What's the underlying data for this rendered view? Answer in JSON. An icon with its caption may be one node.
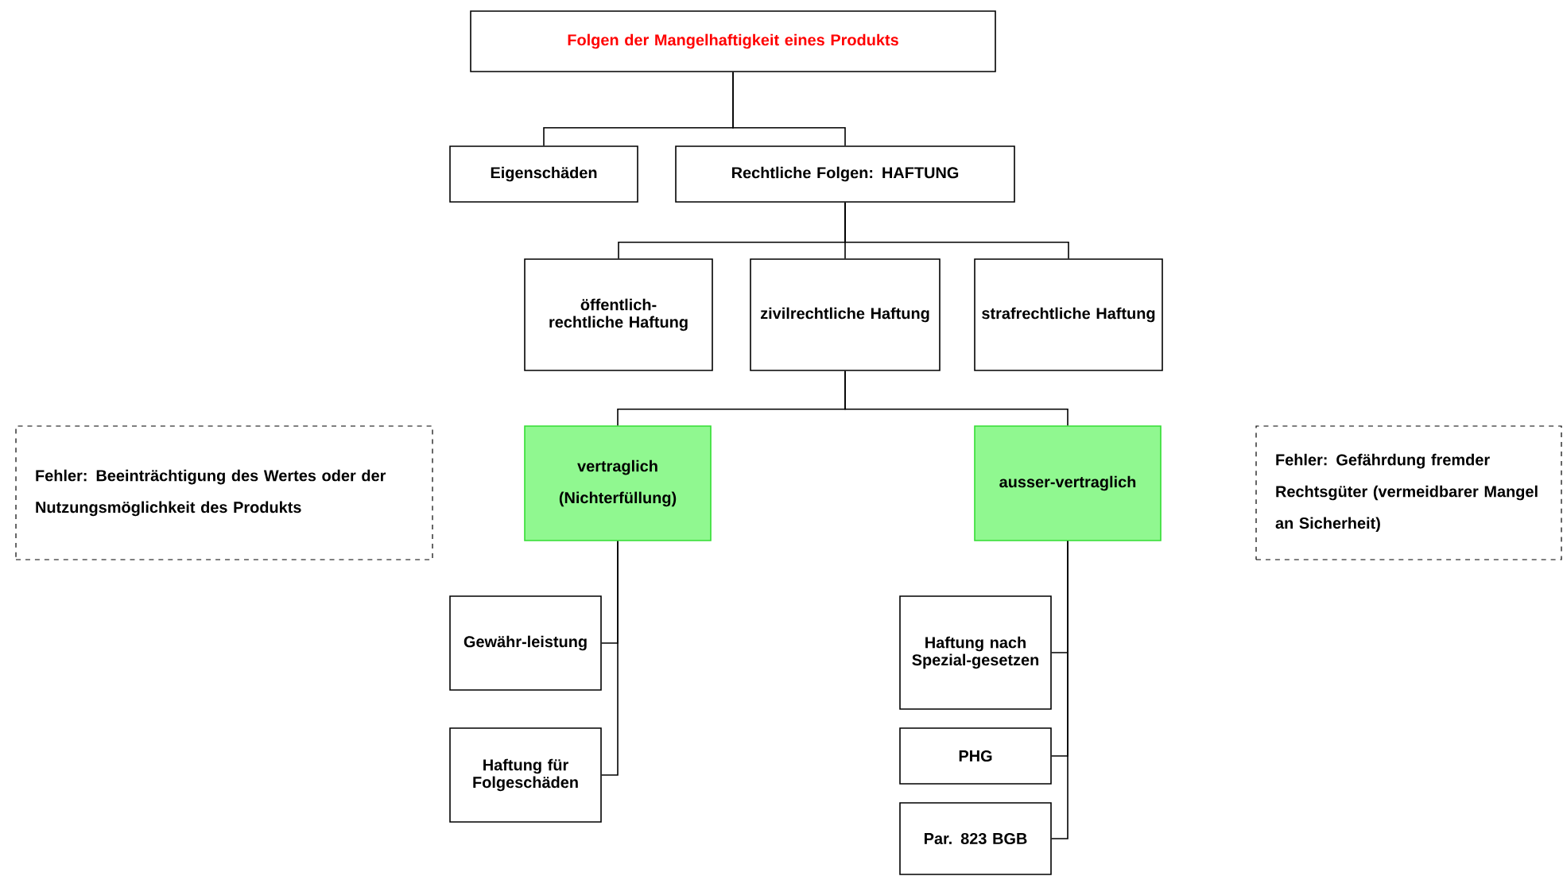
{
  "diagram": {
    "nodes": [
      {
        "text": [
          "Folgen der Mangelhaftigkeit eines Produkts"
        ]
      },
      {
        "text": [
          "Eigenschäden"
        ]
      },
      {
        "text": [
          "Rechtliche Folgen: HAFTUNG"
        ]
      },
      {
        "text": [
          "öffentlich-rechtliche Haftung"
        ]
      },
      {
        "text": [
          "zivilrechtliche Haftung"
        ]
      },
      {
        "text": [
          "strafrechtliche Haftung"
        ]
      },
      {
        "text": [
          "Fehler: Beeinträchtigung des Wertes oder der Nutzungsmöglichkeit des Produkts"
        ]
      },
      {
        "text": [
          "vertraglich (Nichterfüllung)"
        ]
      },
      {
        "text": [
          "ausser-vertraglich"
        ]
      },
      {
        "text": [
          "Fehler: Gefährdung fremder Rechtsgüter (vermeidbarer Mangel an Sicherheit)"
        ]
      },
      {
        "text": [
          "Gewähr-leistung"
        ]
      },
      {
        "text": [
          "Haftung für Folgeschäden"
        ]
      },
      {
        "text": [
          "Haftung nach Spezial-gesetzen"
        ]
      },
      {
        "text": [
          "PHG"
        ]
      },
      {
        "text": [
          "Par. 823 BGB"
        ]
      }
    ],
    "edges": [
      {
        "from": 0,
        "to": 1,
        "arrow": "none"
      },
      {
        "from": 0,
        "to": 2,
        "arrow": "none"
      },
      {
        "from": 2,
        "to": 3,
        "arrow": "none"
      },
      {
        "from": 2,
        "to": 4,
        "arrow": "none"
      },
      {
        "from": 2,
        "to": 5,
        "arrow": "none"
      },
      {
        "from": 4,
        "to": 7,
        "arrow": "none"
      },
      {
        "from": 4,
        "to": 8,
        "arrow": "none"
      },
      {
        "from": 7,
        "to": 10,
        "arrow": "none"
      },
      {
        "from": 7,
        "to": 11,
        "arrow": "none"
      },
      {
        "from": 8,
        "to": 12,
        "arrow": "none"
      },
      {
        "from": 8,
        "to": 13,
        "arrow": "none"
      },
      {
        "from": 8,
        "to": 14,
        "arrow": "none"
      }
    ]
  }
}
